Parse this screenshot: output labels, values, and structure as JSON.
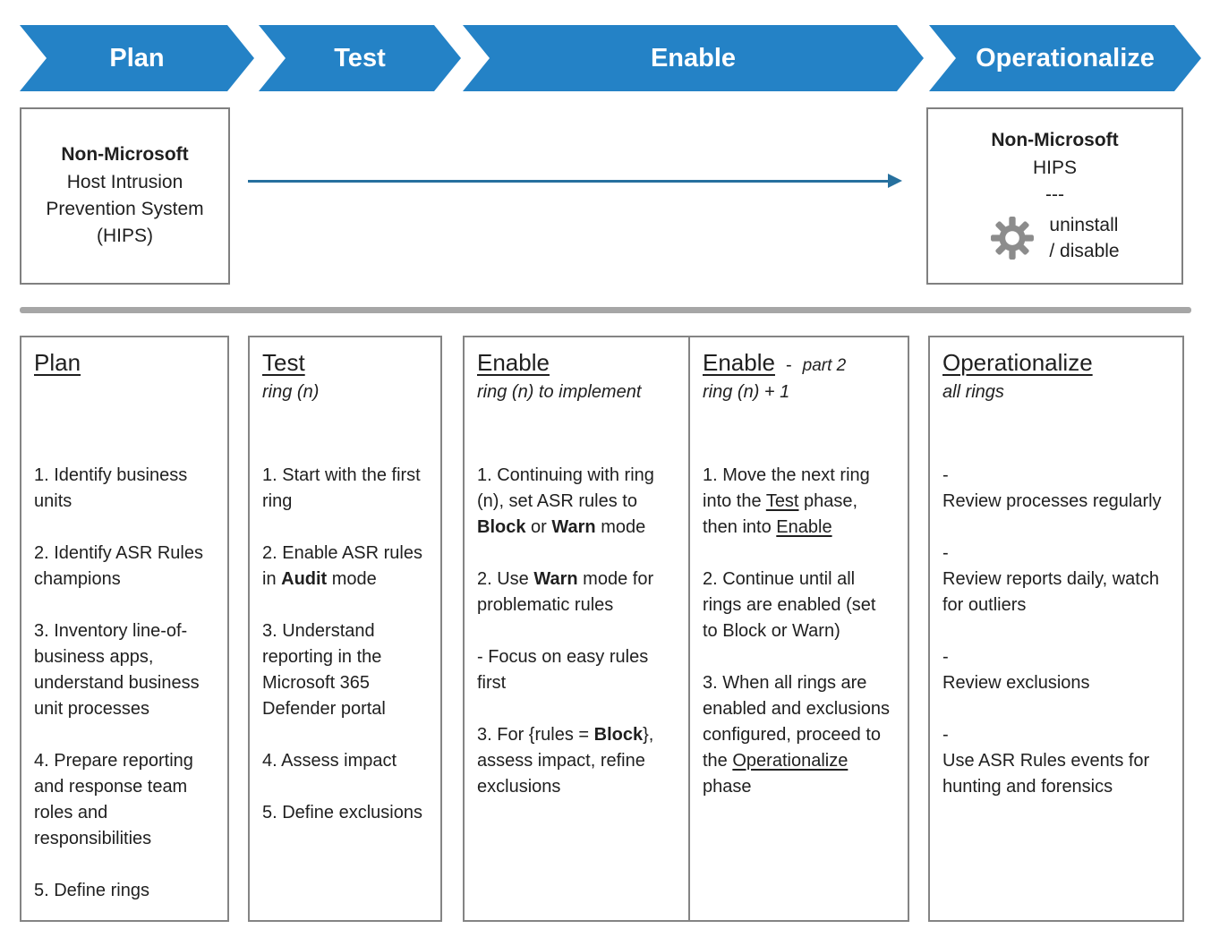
{
  "colors": {
    "chevron-blue": "#2482C6",
    "arrow-blue": "#26709E",
    "divider-gray": "#A6A6A6",
    "border-gray": "#848484",
    "gear-gray": "#8C8C8C",
    "text-dark": "#1F1F1F"
  },
  "phases": [
    {
      "label": "Plan"
    },
    {
      "label": "Test"
    },
    {
      "label": "Enable"
    },
    {
      "label": "Operationalize"
    }
  ],
  "hips_before": {
    "lines": [
      "Non-Microsoft",
      "Host Intrusion",
      "Prevention System",
      "(HIPS)"
    ]
  },
  "hips_after": {
    "line1": "Non-Microsoft",
    "line2": "HIPS",
    "separator": "---",
    "icon": "gear-icon",
    "action_line1": "uninstall",
    "action_line2": "/ disable"
  },
  "columns": [
    {
      "title": "Plan",
      "subtitle": "",
      "items": [
        [
          {
            "t": "1. Identify business units"
          }
        ],
        [
          {
            "t": "2. Identify ASR Rules champions"
          }
        ],
        [
          {
            "t": "3. Inventory line-of-business apps, understand business unit processes"
          }
        ],
        [
          {
            "t": "4.  Prepare reporting and response team roles and responsibilities"
          }
        ],
        [
          {
            "t": "5. Define rings"
          }
        ]
      ]
    },
    {
      "title": "Test",
      "subtitle": "ring (n)",
      "items": [
        [
          {
            "t": "1. Start with the first ring"
          }
        ],
        [
          {
            "t": "2. Enable ASR rules in "
          },
          {
            "t": "Audit",
            "b": true
          },
          {
            "t": " mode"
          }
        ],
        [
          {
            "t": "3. Understand reporting in the Microsoft 365 Defender portal"
          }
        ],
        [
          {
            "t": "4. Assess impact"
          }
        ],
        [
          {
            "t": "5. Define exclusions"
          }
        ]
      ]
    },
    {
      "title": "Enable",
      "subtitle": "ring (n) to implement",
      "items": [
        [
          {
            "t": "1. Continuing with ring (n), set ASR rules to "
          },
          {
            "t": "Block",
            "b": true
          },
          {
            "t": " or "
          },
          {
            "t": "Warn",
            "b": true
          },
          {
            "t": " mode"
          }
        ],
        [
          {
            "t": "2. Use "
          },
          {
            "t": "Warn",
            "b": true
          },
          {
            "t": " mode for problematic rules"
          }
        ],
        [
          {
            "t": "- Focus on easy rules first"
          }
        ],
        [
          {
            "t": "3. For {rules = "
          },
          {
            "t": "Block",
            "b": true
          },
          {
            "t": "}, assess impact, refine exclusions"
          }
        ]
      ]
    },
    {
      "title": "Enable",
      "title_sep": "-",
      "title_note": "part 2",
      "subtitle": "ring (n) + 1",
      "items": [
        [
          {
            "t": "1. Move the next ring into the "
          },
          {
            "t": "Test",
            "u": true
          },
          {
            "t": " phase, then into "
          },
          {
            "t": "Enable",
            "u": true
          }
        ],
        [
          {
            "t": "2. Continue until all rings are enabled (set to Block or Warn)"
          }
        ],
        [
          {
            "t": "3. When all rings are enabled and exclusions configured, proceed to the "
          },
          {
            "t": "Operationalize",
            "u": true
          },
          {
            "t": " phase"
          }
        ]
      ]
    },
    {
      "title": "Operationalize",
      "subtitle": "all rings",
      "items": [
        [
          {
            "t": "-"
          },
          {
            "br": true
          },
          {
            "t": "Review processes regularly"
          }
        ],
        [
          {
            "t": "-"
          },
          {
            "br": true
          },
          {
            "t": "Review reports daily, watch for outliers"
          }
        ],
        [
          {
            "t": "-"
          },
          {
            "br": true
          },
          {
            "t": "Review exclusions"
          }
        ],
        [
          {
            "t": "-"
          },
          {
            "br": true
          },
          {
            "t": "Use ASR Rules events for hunting and forensics"
          }
        ]
      ]
    }
  ]
}
